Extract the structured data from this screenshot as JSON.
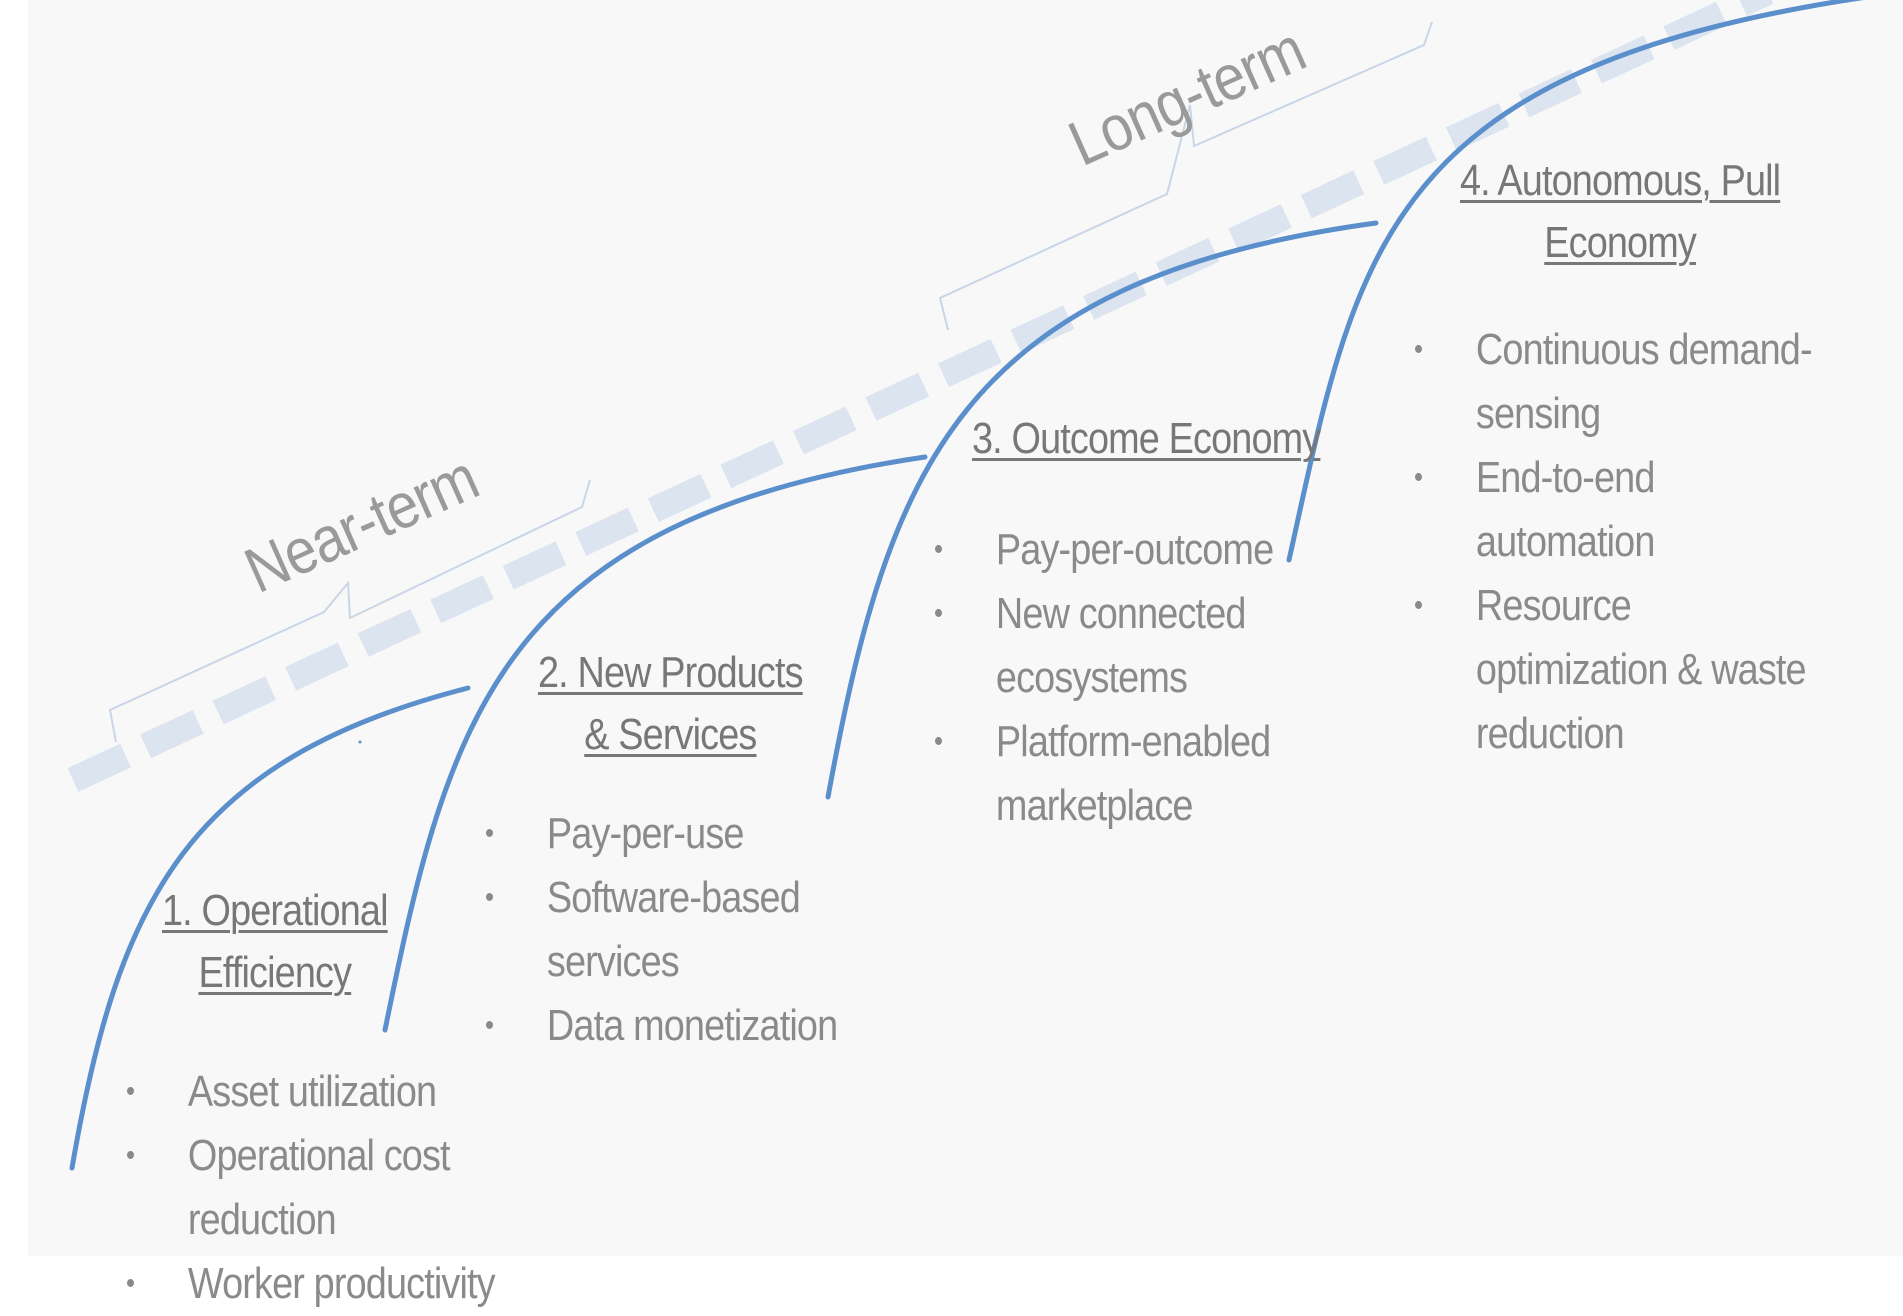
{
  "timeline": {
    "near_label": "Near-term",
    "long_label": "Long-term"
  },
  "phases": [
    {
      "title_line1": "1. Operational",
      "title_line2": "Efficiency",
      "bullets": [
        "Asset utilization",
        "Operational cost reduction",
        "Worker productivity"
      ]
    },
    {
      "title_line1": "2. New Products",
      "title_line2": "& Services",
      "bullets": [
        "Pay-per-use",
        "Software-based services",
        "Data monetization"
      ]
    },
    {
      "title_line1": "3. Outcome Economy",
      "bullets": [
        "Pay-per-outcome",
        "New connected ecosystems",
        "Platform-enabled marketplace"
      ]
    },
    {
      "title_line1": "4. Autonomous, Pull",
      "title_line2": "Economy",
      "bullets": [
        "Continuous demand-sensing",
        "End-to-end automation",
        "Resource optimization & waste reduction"
      ]
    }
  ],
  "colors": {
    "curve": "#5b8fcc",
    "dash": "#dbe4ef",
    "bracket": "#c9d6e6",
    "text": "#8a8a8a"
  }
}
